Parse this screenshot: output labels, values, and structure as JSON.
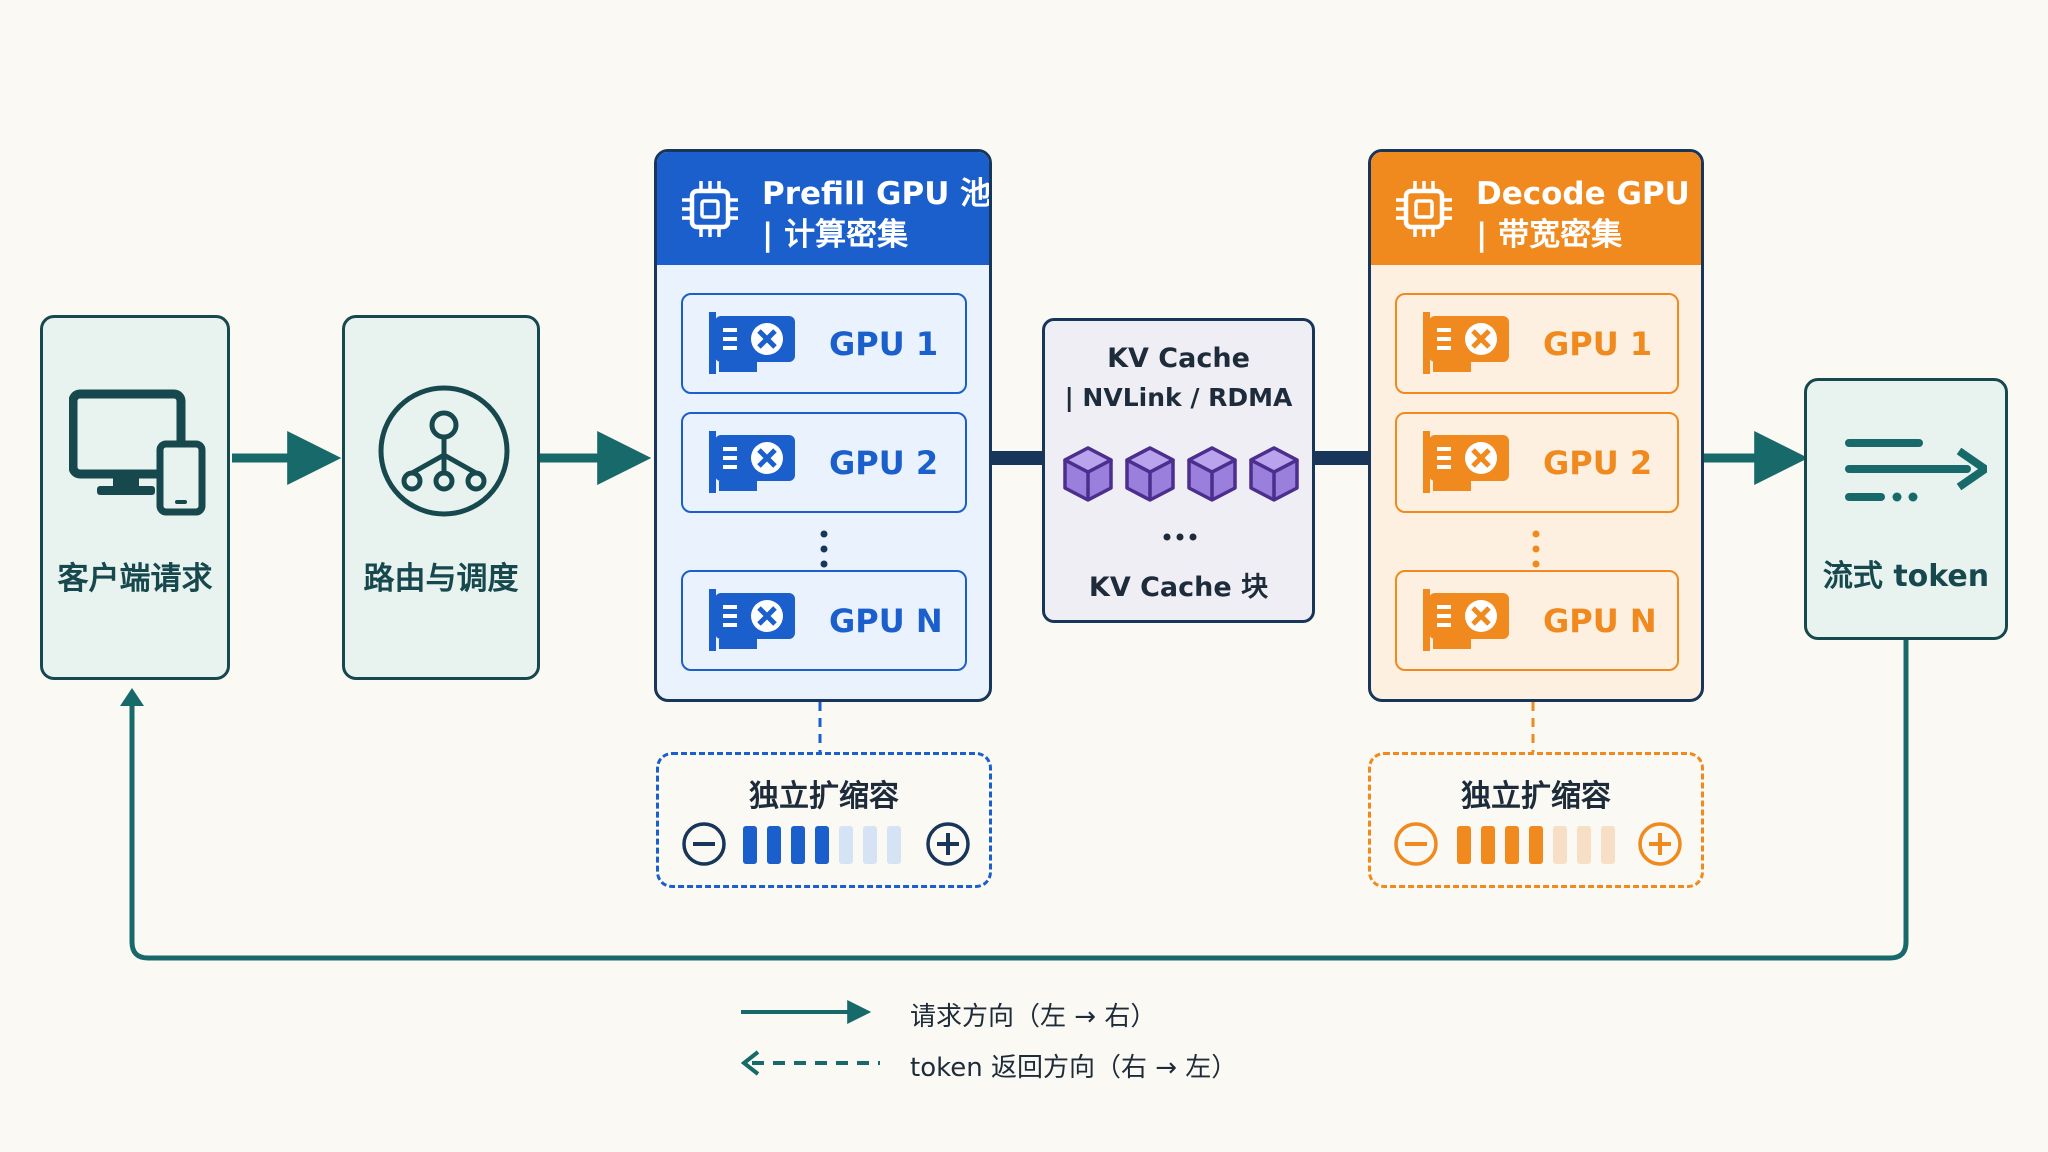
{
  "colors": {
    "teal": "#17696a",
    "dark_teal": "#17484e",
    "navy": "#17365a",
    "prefill_blue": "#1a5fcc",
    "prefill_light": "#eaf2fd",
    "prefill_bar_off": "#d5e3f5",
    "decode_orange": "#f08a1e",
    "decode_light": "#fdf0e1",
    "decode_bar_off": "#f7dfc6",
    "cube_purple": "#9b7fdc"
  },
  "stages": {
    "client": {
      "label": "客户端请求",
      "icon": "monitor-phone-icon"
    },
    "router": {
      "label": "路由与调度",
      "icon": "routing-tree-icon"
    },
    "stream": {
      "label": "流式 token",
      "icon": "stream-lines-arrow-icon"
    }
  },
  "prefill": {
    "title_line1": "Prefill GPU 池",
    "title_line2": "| 计算密集",
    "icon": "chip-icon",
    "gpus": [
      "GPU 1",
      "GPU 2",
      "GPU N"
    ],
    "scaling": {
      "title": "独立扩缩容",
      "level_filled": 4,
      "level_total": 7
    }
  },
  "decode": {
    "title_line1": "Decode GPU 池",
    "title_line2": "| 带宽密集",
    "icon": "chip-icon",
    "gpus": [
      "GPU 1",
      "GPU 2",
      "GPU N"
    ],
    "scaling": {
      "title": "独立扩缩容",
      "level_filled": 4,
      "level_total": 7
    }
  },
  "kv_cache": {
    "title": "KV Cache",
    "subtitle": "| NVLink / RDMA",
    "blocks_label": "KV Cache 块",
    "cube_count": 4
  },
  "legend": {
    "request": "请求方向（左 → 右）",
    "token": "token 返回方向（右 → 左）"
  }
}
